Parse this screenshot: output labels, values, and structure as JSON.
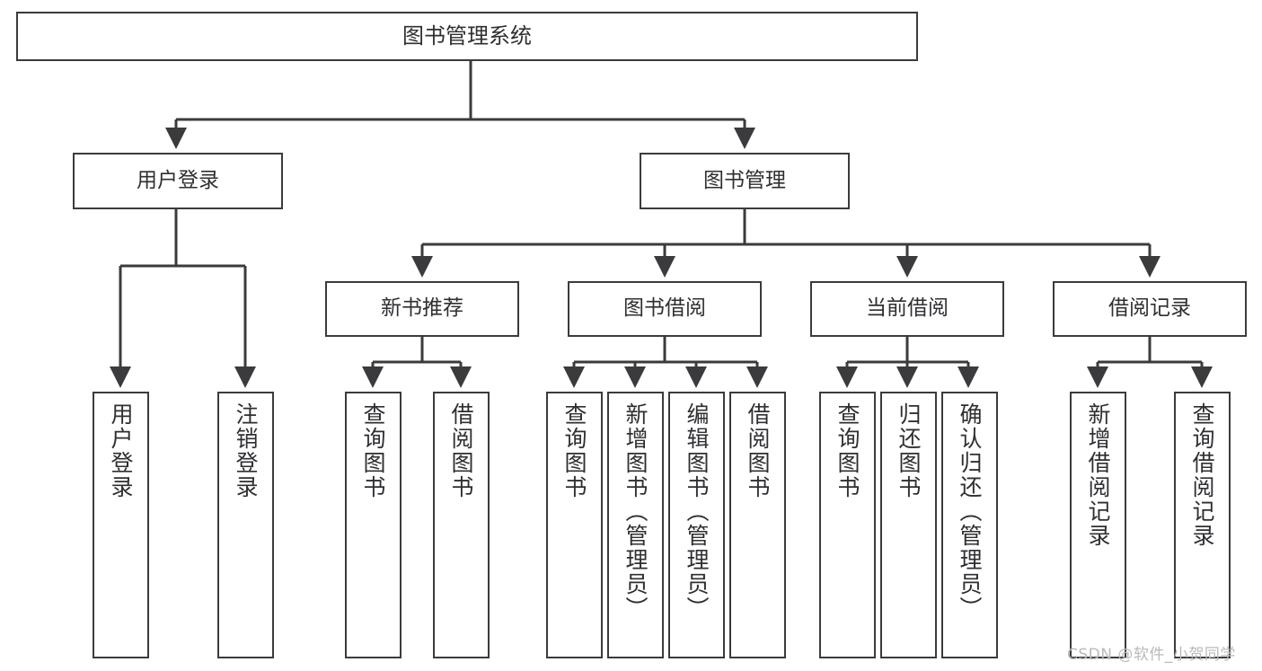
{
  "diagram": {
    "type": "hierarchy-tree",
    "title": "图书管理系统",
    "background_color": "#ffffff",
    "stroke_color": "#3b3b3d",
    "text_color": "#2f2f33",
    "levels": 4,
    "root": {
      "label": "图书管理系统"
    },
    "level2": [
      {
        "label": "用户登录"
      },
      {
        "label": "图书管理"
      }
    ],
    "level3": [
      {
        "label": "新书推荐"
      },
      {
        "label": "图书借阅"
      },
      {
        "label": "当前借阅"
      },
      {
        "label": "借阅记录"
      }
    ],
    "leaves": {
      "user_login": [
        {
          "label": "用户登录"
        },
        {
          "label": "注销登录"
        }
      ],
      "new_book_recommend": [
        {
          "label": "查询图书"
        },
        {
          "label": "借阅图书"
        }
      ],
      "book_borrow": [
        {
          "label": "查询图书"
        },
        {
          "label": "新增图书（管理员）"
        },
        {
          "label": "编辑图书（管理员）"
        },
        {
          "label": "借阅图书"
        }
      ],
      "current_borrow": [
        {
          "label": "查询图书"
        },
        {
          "label": "归还图书"
        },
        {
          "label": "确认归还（管理员）"
        }
      ],
      "borrow_record": [
        {
          "label": "新增借阅记录"
        },
        {
          "label": "查询借阅记录"
        }
      ]
    }
  },
  "watermark": {
    "text": "CSDN @软件_小贺同学"
  }
}
